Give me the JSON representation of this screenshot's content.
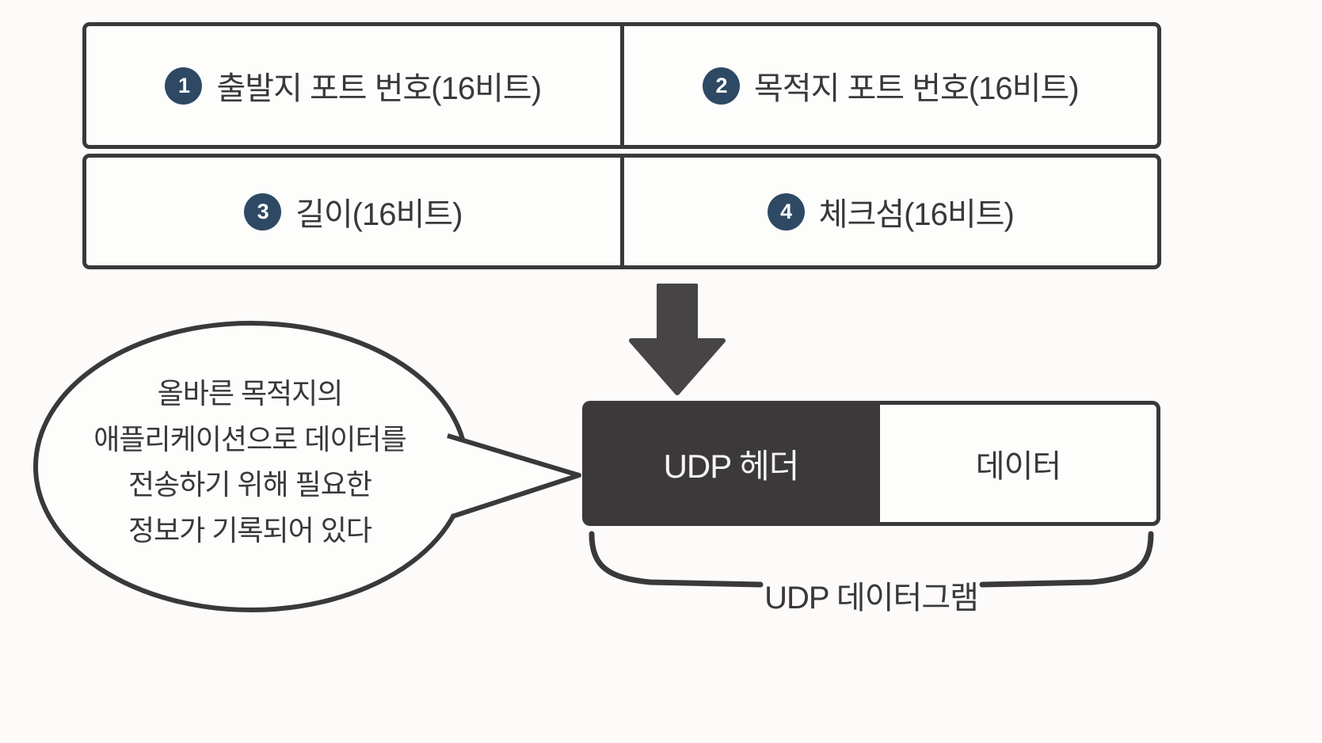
{
  "table": {
    "cells": [
      {
        "num": "1",
        "label": "출발지 포트 번호(16비트)"
      },
      {
        "num": "2",
        "label": "목적지 포트 번호(16비트)"
      },
      {
        "num": "3",
        "label": "길이(16비트)"
      },
      {
        "num": "4",
        "label": "체크섬(16비트)"
      }
    ]
  },
  "bubble": {
    "lines": [
      "올바른 목적지의",
      "애플리케이션으로 데이터를",
      "전송하기 위해 필요한",
      "정보가 기록되어 있다"
    ]
  },
  "datagram": {
    "header_label": "UDP 헤더",
    "data_label": "데이터",
    "brace_label": "UDP 데이터그램"
  },
  "colors": {
    "ink": "#3a383a",
    "circle_fill": "#2e4964",
    "header_fill": "#3b393a",
    "background": "#fcfbf9"
  }
}
